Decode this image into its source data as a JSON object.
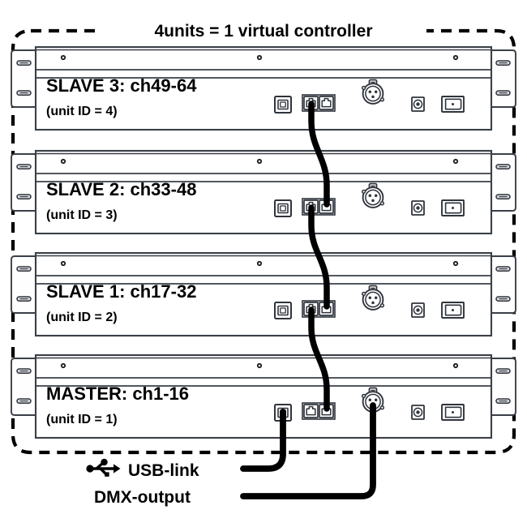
{
  "diagram": {
    "title": "4units = 1 virtual controller",
    "boundary_style": "dashed-rounded",
    "colors": {
      "ink": "#000000",
      "panel_outline": "#3a3f47",
      "panel_face": "#ffffff",
      "cable": "#000000",
      "background": "#ffffff"
    }
  },
  "units": [
    {
      "role": "SLAVE 3",
      "name": "SLAVE 3: ch49-64",
      "id_label": "(unit ID = 4)",
      "unit_id": 4,
      "channels": "ch49-64",
      "channel_start": 49,
      "channel_end": 64,
      "ports": {
        "usb": "usb-b-port",
        "link_in": "rj45-link-left",
        "link_out": "rj45-link-right",
        "dmx": "xlr-3pin-female",
        "power": "dc-barrel-jack",
        "switch": "power-switch"
      }
    },
    {
      "role": "SLAVE 2",
      "name": "SLAVE 2: ch33-48",
      "id_label": "(unit ID = 3)",
      "unit_id": 3,
      "channels": "ch33-48",
      "channel_start": 33,
      "channel_end": 48,
      "ports": {
        "usb": "usb-b-port",
        "link_in": "rj45-link-left",
        "link_out": "rj45-link-right",
        "dmx": "xlr-3pin-female",
        "power": "dc-barrel-jack",
        "switch": "power-switch"
      }
    },
    {
      "role": "SLAVE 1",
      "name": "SLAVE 1: ch17-32",
      "id_label": "(unit ID = 2)",
      "unit_id": 2,
      "channels": "ch17-32",
      "channel_start": 17,
      "channel_end": 32,
      "ports": {
        "usb": "usb-b-port",
        "link_in": "rj45-link-left",
        "link_out": "rj45-link-right",
        "dmx": "xlr-3pin-female",
        "power": "dc-barrel-jack",
        "switch": "power-switch"
      }
    },
    {
      "role": "MASTER",
      "name": "MASTER: ch1-16",
      "id_label": "(unit ID = 1)",
      "unit_id": 1,
      "channels": "ch1-16",
      "channel_start": 1,
      "channel_end": 16,
      "ports": {
        "usb": "usb-b-port",
        "link_in": "rj45-link-left",
        "link_out": "rj45-link-right",
        "dmx": "xlr-3pin-female",
        "power": "dc-barrel-jack",
        "switch": "power-switch"
      }
    }
  ],
  "cables": {
    "link_chain": {
      "description": "daisy-chain RJ45 link between stacked units",
      "segments": 3
    },
    "usb": {
      "label": "USB-link",
      "icon": "usb-trident-icon",
      "source_port": "usb-b-port",
      "source_unit": "MASTER"
    },
    "dmx": {
      "label": "DMX-output",
      "source_port": "xlr-3pin-female",
      "source_unit": "MASTER"
    }
  }
}
